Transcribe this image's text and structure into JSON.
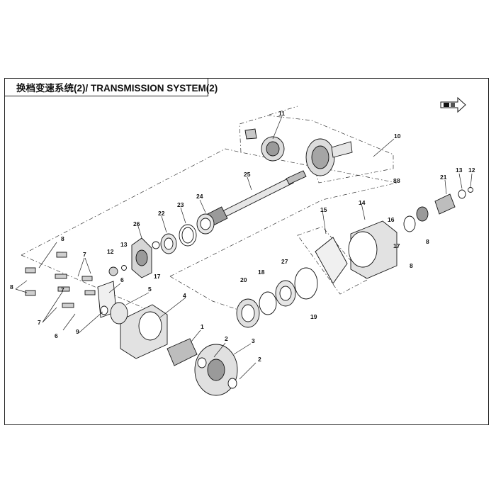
{
  "title": "换档变速系统(2)/ TRANSMISSION SYSTEM(2)",
  "fr_icon": "front-direction-icon",
  "colors": {
    "ink": "#111111",
    "part_fill": "#e6e6e6",
    "part_dark": "#9a9a9a",
    "background": "#ffffff"
  },
  "callouts": [
    "1",
    "2",
    "2",
    "3",
    "4",
    "5",
    "6",
    "6",
    "7",
    "7",
    "7",
    "8",
    "8",
    "8",
    "8",
    "8",
    "8",
    "9",
    "10",
    "11",
    "12",
    "12",
    "13",
    "13",
    "14",
    "15",
    "16",
    "17",
    "17",
    "18",
    "19",
    "20",
    "21",
    "22",
    "23",
    "24",
    "25",
    "26",
    "27"
  ]
}
